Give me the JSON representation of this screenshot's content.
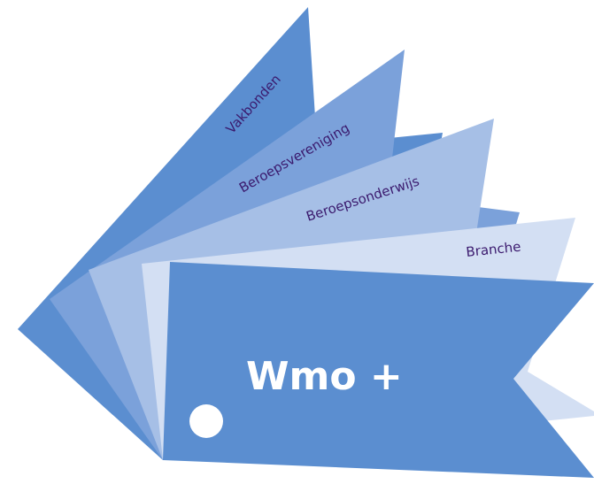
{
  "diagram": {
    "cards": [
      {
        "label": "Vakbonden",
        "color": "#5b8ed0"
      },
      {
        "label": "Beroepsvereniging",
        "color": "#7ba1da"
      },
      {
        "label": "Beroepsonderwijs",
        "color": "#a6bfe6"
      },
      {
        "label": "Branche",
        "color": "#d3dff3"
      }
    ],
    "front_card": {
      "label": "Wmo +",
      "color": "#5b8ed0",
      "hole_color": "#ffffff"
    },
    "label_color": "#3b1a6e"
  }
}
